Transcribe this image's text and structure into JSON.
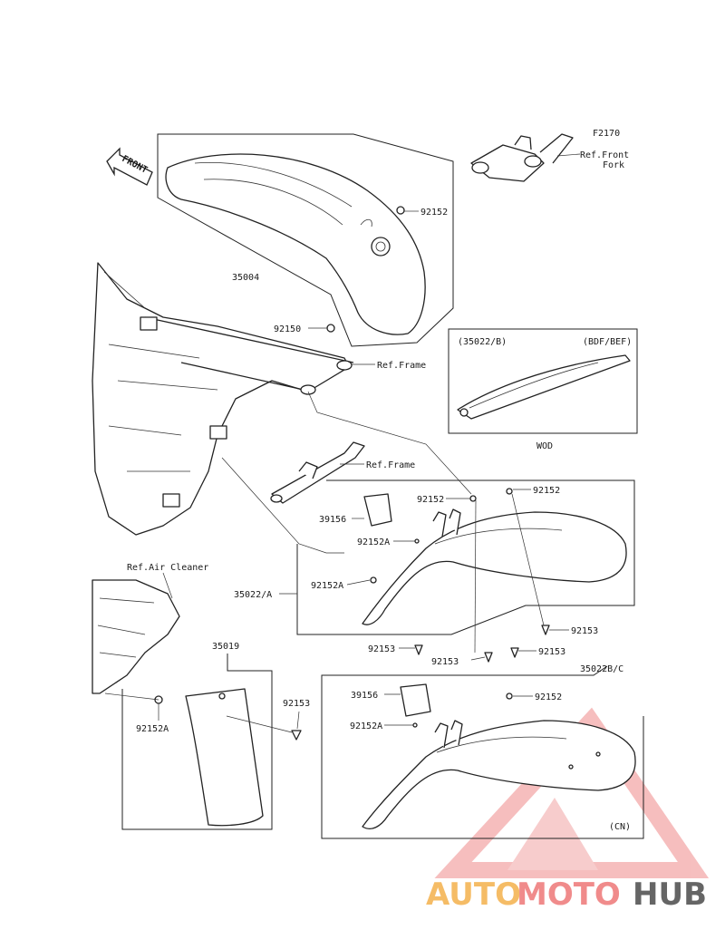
{
  "front_arrow": {
    "text": "FRONT"
  },
  "labels": {
    "f2170": "F2170",
    "ref_front_fork_1": "Ref.Front",
    "ref_front_fork_2": "Fork",
    "p92152_top": "92152",
    "p35004": "35004",
    "p92150": "92150",
    "ref_frame_1": "Ref.Frame",
    "ref_frame_2": "Ref.Frame",
    "inset_left": "(35022/B)",
    "inset_right": "(BDF/BEF)",
    "inset_caption": "WOD",
    "p92152_a": "92152",
    "p92152_b": "92152",
    "p39156_a": "39156",
    "p92152A_a": "92152A",
    "p92152A_b": "92152A",
    "p35022A": "35022/A",
    "p92153_a": "92153",
    "p92153_b": "92153",
    "p92153_c": "92153",
    "p92153_d": "92153",
    "ref_air_cleaner": "Ref.Air Cleaner",
    "p35019": "35019",
    "p92153_e": "92153",
    "p92152A_c": "92152A",
    "p35022BC": "35022B/C",
    "p39156_b": "39156",
    "p92152_c": "92152",
    "p92152A_d": "92152A",
    "cn": "(CN)"
  },
  "watermark": {
    "part1": "AUTO",
    "part2": "MOTO",
    "part3": "HUB",
    "color1": "#f5b556",
    "color2": "#ef7f7f",
    "color3": "#555555"
  }
}
